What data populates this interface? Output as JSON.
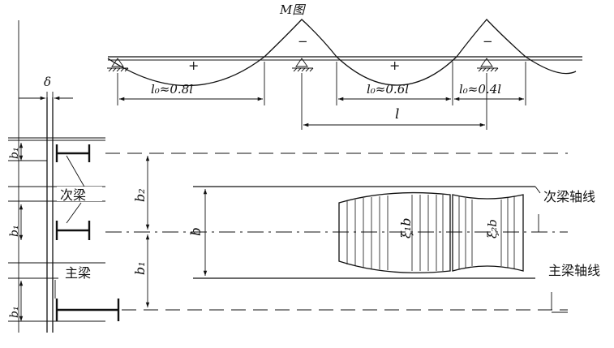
{
  "labels": {
    "moment_diagram": "M图",
    "delta": "δ",
    "plus_1": "+",
    "plus_2": "+",
    "minus_1": "−",
    "minus_2": "−",
    "l0_mid": "l₀≈0.8l",
    "l0_second": "l₀≈0.6l",
    "l0_third": "l₀≈0.4l",
    "l": "l",
    "b1_a": "b₁",
    "b1_b": "b₁",
    "b1_c": "b₁",
    "b2": "b₂",
    "b": "b",
    "b1_right": "b₁",
    "xi1b": "ξ₁b",
    "xi2b": "ξ₂b",
    "secondary_beam": "次梁",
    "main_beam": "主梁",
    "secondary_beam_axis": "次梁轴线",
    "main_beam_axis": "主梁轴线"
  }
}
